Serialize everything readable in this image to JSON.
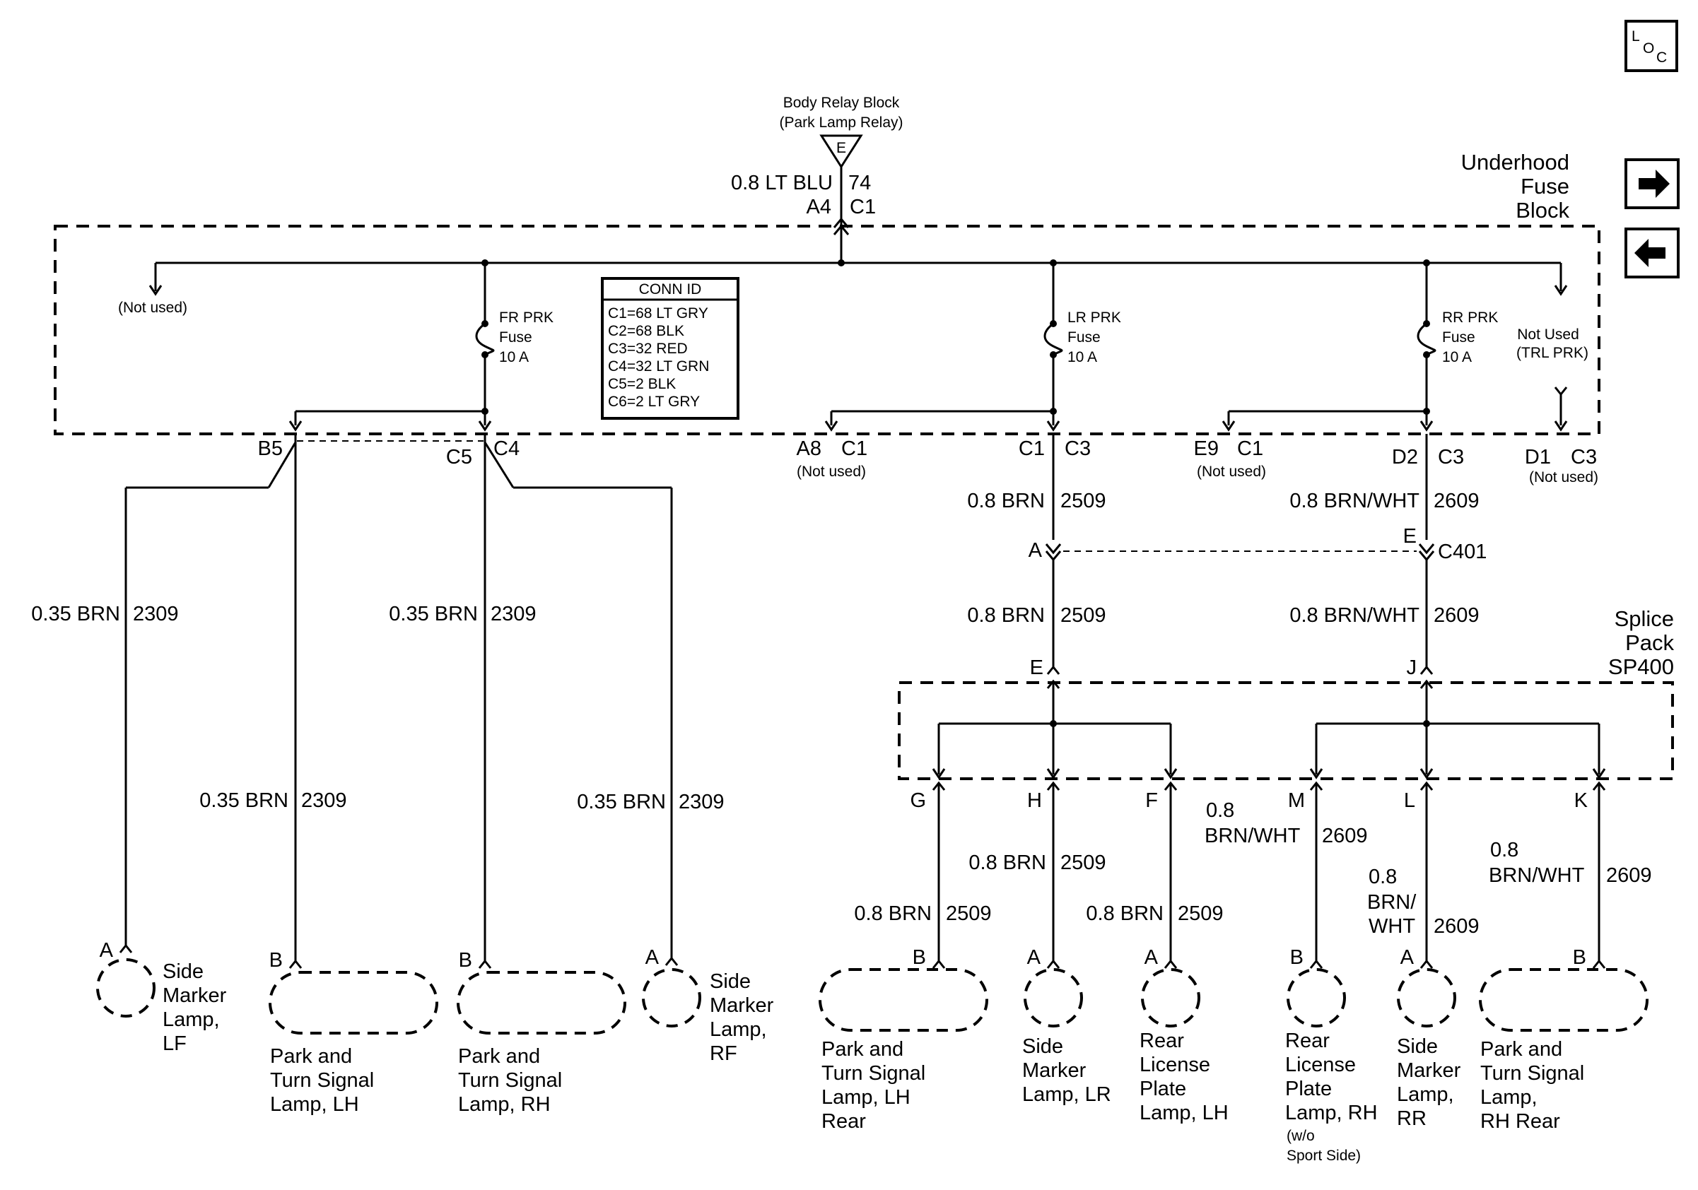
{
  "source": {
    "line1": "Body Relay Block",
    "line2": "(Park Lamp Relay)",
    "letter": "E"
  },
  "main_wire": {
    "gauge_color": "0.8 LT BLU",
    "circuit": "74",
    "pin": "A4",
    "conn": "C1"
  },
  "ufb_title": [
    "Underhood",
    "Fuse",
    "Block"
  ],
  "loc_icon": {
    "l": "L",
    "o": "O",
    "c": "C"
  },
  "not_used_left": "(Not used)",
  "fuses": [
    {
      "lines": [
        "FR PRK",
        "Fuse",
        "10 A"
      ]
    },
    {
      "lines": [
        "LR PRK",
        "Fuse",
        "10 A"
      ]
    },
    {
      "lines": [
        "RR PRK",
        "Fuse",
        "10 A"
      ]
    }
  ],
  "not_used_trl": [
    "Not Used",
    "(TRL PRK)"
  ],
  "conn_id": {
    "title": "CONN ID",
    "rows": [
      "C1=68 LT GRY",
      "C2=68 BLK",
      "C3=32 RED",
      "C4=32 LT GRN",
      "C5=2 BLK",
      "C6=2 LT GRY"
    ]
  },
  "conn_labels": {
    "b5": "B5",
    "c5": "C5",
    "c4": "C4",
    "a8": "A8",
    "a8_c": "C1",
    "a8_note": "(Not used)",
    "c1": "C1",
    "c3": "C3",
    "e9": "E9",
    "e9_c": "C1",
    "e9_note": "(Not used)",
    "d2": "D2",
    "d2_c": "C3",
    "d1": "D1",
    "d1_c": "C3",
    "d1_note": "(Not used)"
  },
  "wire_labels": {
    "brn2309_a": {
      "g": "0.35 BRN",
      "n": "2309"
    },
    "brn2309_b": {
      "g": "0.35 BRN",
      "n": "2309"
    },
    "brn2309_c": {
      "g": "0.35 BRN",
      "n": "2309"
    },
    "brn2309_d": {
      "g": "0.35 BRN",
      "n": "2309"
    },
    "brn2509_1": {
      "g": "0.8 BRN",
      "n": "2509"
    },
    "brn2509_2": {
      "g": "0.8 BRN",
      "n": "2509"
    },
    "brn2509_3": {
      "g": "0.8 BRN",
      "n": "2509"
    },
    "brn2509_4": {
      "g": "0.8 BRN",
      "n": "2509"
    },
    "brn2509_5": {
      "g": "0.8 BRN",
      "n": "2509"
    },
    "bw2609_1": {
      "g": "0.8 BRN/WHT",
      "n": "2609"
    },
    "bw2609_2": {
      "g": "0.8 BRN/WHT",
      "n": "2609"
    },
    "bw2609_m": {
      "l1": "0.8",
      "l2": "BRN/WHT",
      "n": "2609"
    },
    "bw2609_l": {
      "l1": "0.8",
      "l2": "BRN/",
      "l3": "WHT",
      "n": "2609"
    },
    "bw2609_k": {
      "l1": "0.8",
      "l2": "BRN/WHT",
      "n": "2609"
    }
  },
  "c401": {
    "a": "A",
    "e": "E",
    "name": "C401"
  },
  "splice": {
    "title": [
      "Splice",
      "Pack",
      "SP400"
    ],
    "in_e": "E",
    "in_j": "J",
    "outs": [
      "G",
      "H",
      "F",
      "M",
      "L",
      "K"
    ]
  },
  "lamps": {
    "lf_side": {
      "pin": "A",
      "lines": [
        "Side",
        "Marker",
        "Lamp,",
        "LF"
      ]
    },
    "lh_park": {
      "pin": "B",
      "lines": [
        "Park and",
        "Turn Signal",
        "Lamp, LH"
      ]
    },
    "rh_park": {
      "pin": "B",
      "lines": [
        "Park and",
        "Turn Signal",
        "Lamp, RH"
      ]
    },
    "rf_side": {
      "pin": "A",
      "lines": [
        "Side",
        "Marker",
        "Lamp,",
        "RF"
      ]
    },
    "lh_rear": {
      "pin": "B",
      "lines": [
        "Park and",
        "Turn Signal",
        "Lamp, LH",
        "Rear"
      ]
    },
    "lr_side": {
      "pin": "A",
      "lines": [
        "Side",
        "Marker",
        "Lamp, LR"
      ]
    },
    "lh_lic": {
      "pin": "A",
      "lines": [
        "Rear",
        "License",
        "Plate",
        "Lamp, LH"
      ]
    },
    "rh_lic": {
      "pin": "B",
      "lines": [
        "Rear",
        "License",
        "Plate",
        "Lamp, RH"
      ],
      "note": [
        "(w/o",
        "Sport Side)"
      ]
    },
    "rr_side": {
      "pin": "A",
      "lines": [
        "Side",
        "Marker",
        "Lamp,",
        "RR"
      ]
    },
    "rh_rear": {
      "pin": "B",
      "lines": [
        "Park and",
        "Turn Signal",
        "Lamp,",
        "RH Rear"
      ]
    }
  }
}
